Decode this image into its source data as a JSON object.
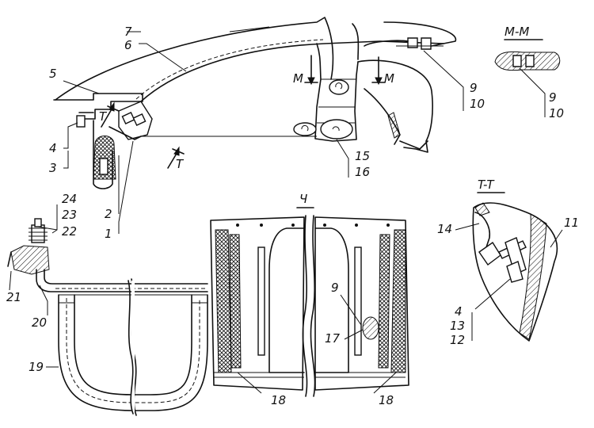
{
  "section_titles": {
    "mm": "M-M",
    "tt": "T-T",
    "view": "Ч"
  },
  "cut_marks": {
    "m_left": "M",
    "m_right": "M",
    "t_upper": "T",
    "t_lower": "T"
  },
  "labels": {
    "l1": "1",
    "l2": "2",
    "l3": "3",
    "l4a": "4",
    "l4b": "4",
    "l5": "5",
    "l6": "6",
    "l7": "7",
    "l9a": "9",
    "l9b": "9",
    "l9c": "9",
    "l10a": "10",
    "l10b": "10",
    "l11": "11",
    "l12": "12",
    "l13": "13",
    "l14": "14",
    "l15": "15",
    "l16": "16",
    "l17": "17",
    "l18a": "18",
    "l18b": "18",
    "l19": "19",
    "l20": "20",
    "l21": "21",
    "l22": "22",
    "l23": "23",
    "l24": "24"
  }
}
